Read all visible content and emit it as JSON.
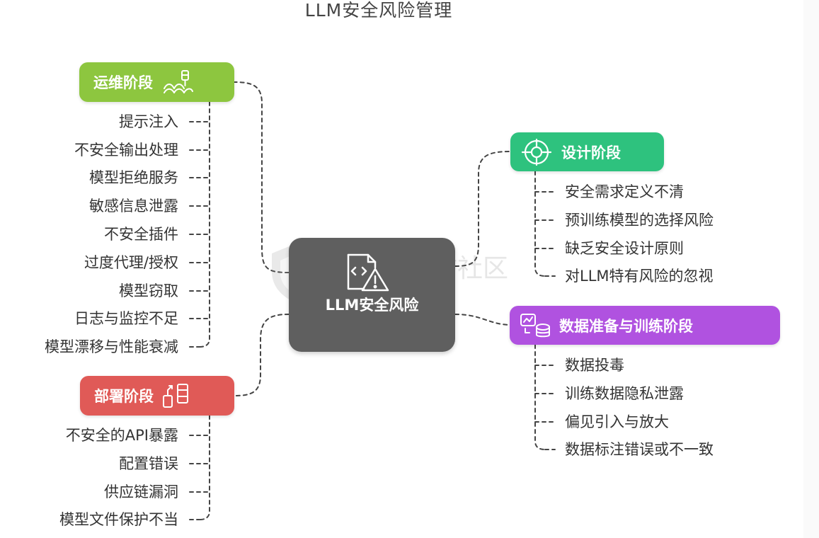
{
  "title": "LLM安全风险管理",
  "center": {
    "label": "LLM安全风险",
    "icon": "code-file-warning-icon"
  },
  "watermark": {
    "text": "奇安信攻防社区",
    "icon": "shield-logo-icon"
  },
  "colors": {
    "ops": "#8dc63f",
    "deploy": "#e05a57",
    "design": "#2ec27e",
    "data": "#b052e0",
    "center": "#5f5f5f",
    "connector": "#444444"
  },
  "branches": {
    "ops": {
      "label": "运维阶段",
      "icon": "server-monitor-icon",
      "items": [
        "提示注入",
        "不安全输出处理",
        "模型拒绝服务",
        "敏感信息泄露",
        "不安全插件",
        "过度代理/授权",
        "模型窃取",
        "日志与监控不足",
        "模型漂移与性能衰减"
      ]
    },
    "deploy": {
      "label": "部署阶段",
      "icon": "deploy-server-icon",
      "items": [
        "不安全的API暴露",
        "配置错误",
        "供应链漏洞",
        "模型文件保护不当"
      ]
    },
    "design": {
      "label": "设计阶段",
      "icon": "target-design-icon",
      "items": [
        "安全需求定义不清",
        "预训练模型的选择风险",
        "缺乏安全设计原则",
        "对LLM特有风险的忽视"
      ]
    },
    "data": {
      "label": "数据准备与训练阶段",
      "icon": "data-training-icon",
      "items": [
        "数据投毒",
        "训练数据隐私泄露",
        "偏见引入与放大",
        "数据标注错误或不一致"
      ]
    }
  }
}
